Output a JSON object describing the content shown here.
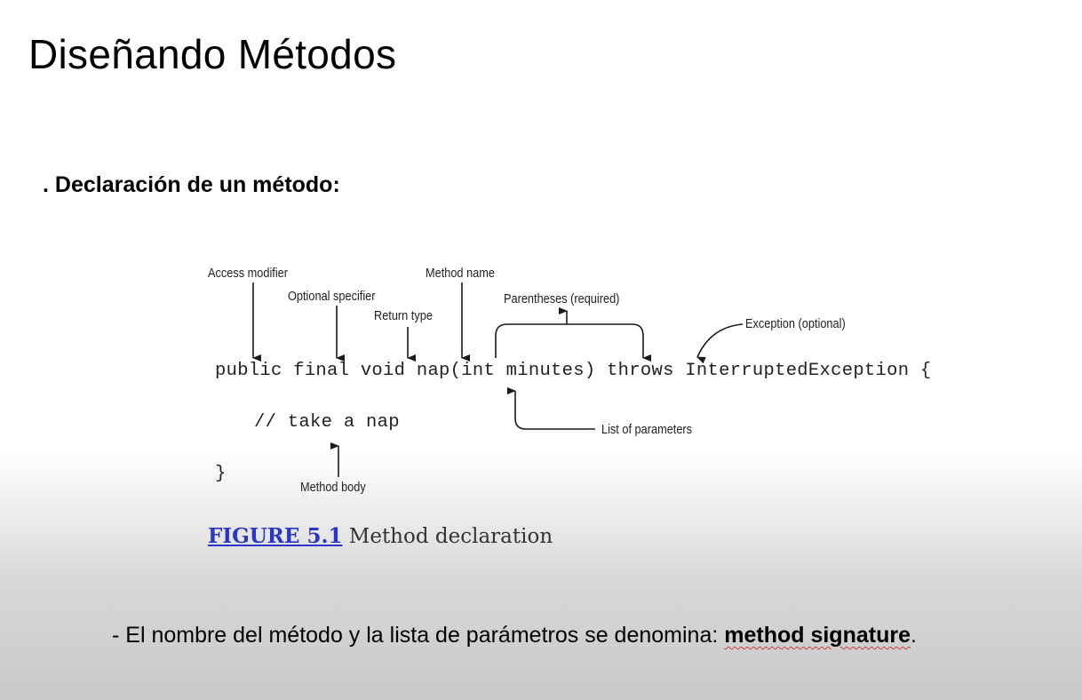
{
  "slide": {
    "title": "Diseñando Métodos",
    "section_heading": ". Declaración de un método:"
  },
  "diagram": {
    "labels": {
      "access_modifier": "Access modifier",
      "optional_specifier": "Optional specifier",
      "return_type": "Return type",
      "method_name": "Method name",
      "parentheses": "Parentheses (required)",
      "exception": "Exception (optional)",
      "list_of_parameters": "List of parameters",
      "method_body": "Method body"
    },
    "code": {
      "line1": "public final void nap(int minutes) throws InterruptedException {",
      "line2": "// take a nap",
      "line3": "}"
    }
  },
  "figure": {
    "link_text": "FIGURE 5.1",
    "caption": " Method declaration"
  },
  "note": {
    "prefix": "- El nombre del método y la lista de parámetros se denomina: ",
    "term": "method signature",
    "suffix": "."
  }
}
